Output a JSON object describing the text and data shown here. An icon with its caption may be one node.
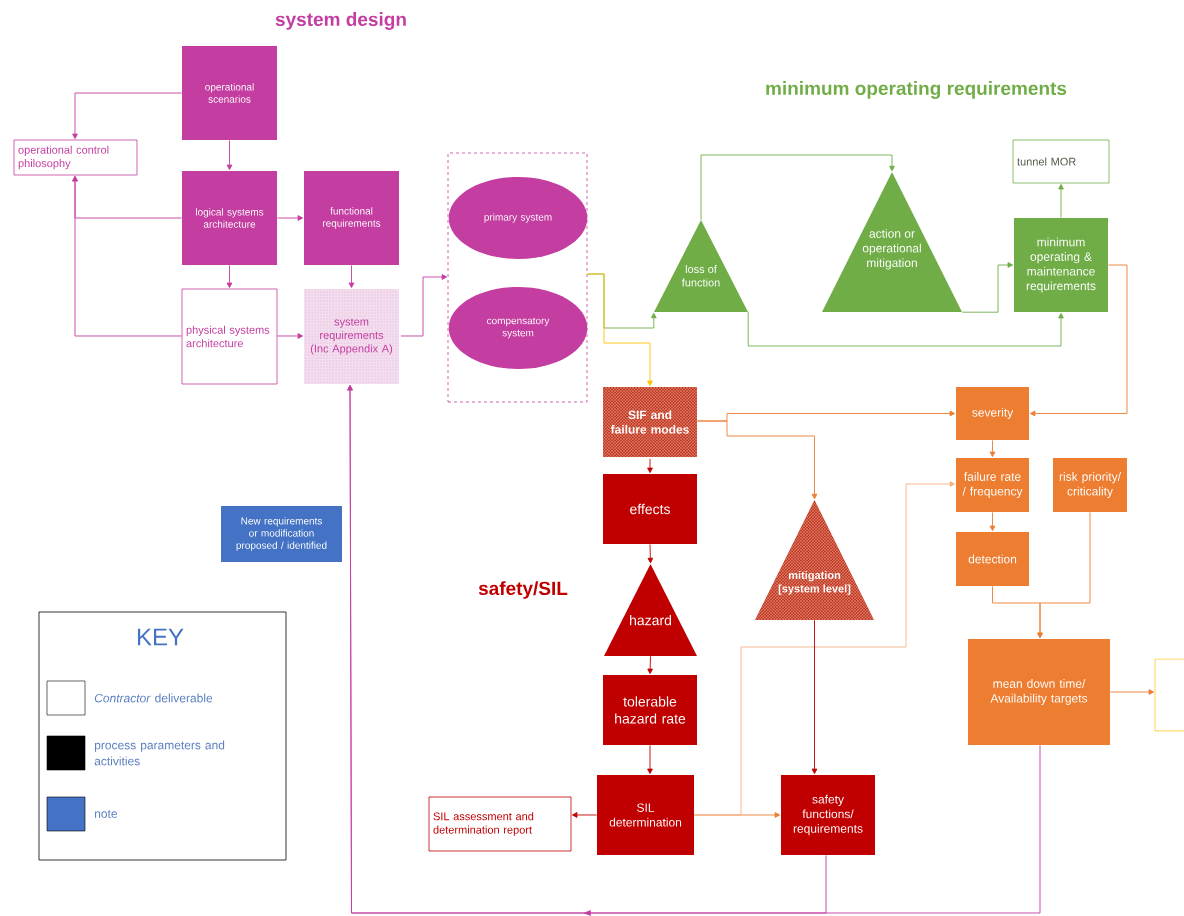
{
  "diagram": {
    "nodes": [
      {
        "text": [
          "operational scenarios"
        ]
      },
      {
        "text": [
          "operational control philosophy"
        ]
      },
      {
        "text": [
          "logical systems architecture"
        ]
      },
      {
        "text": [
          "functional requirements"
        ]
      },
      {
        "text": [
          "physical systems architecture"
        ]
      },
      {
        "text": [
          "system requirements (Inc Appendix A)"
        ]
      },
      {
        "text": [],
        "shape": "box"
      },
      {
        "text": [
          "primary system"
        ],
        "in": 6
      },
      {
        "text": [
          "compensatory system"
        ],
        "in": 6
      },
      {
        "text": [
          "loss of function"
        ]
      },
      {
        "text": [
          "action or operational mitigation"
        ]
      },
      {
        "text": [
          "tunnel MOR"
        ]
      },
      {
        "text": [
          "minimum operating & maintenance requirements"
        ]
      },
      {
        "text": [
          "SIF and failure modes"
        ]
      },
      {
        "text": [
          "effects"
        ]
      },
      {
        "text": [
          "hazard"
        ]
      },
      {
        "text": [
          "tolerable hazard rate"
        ]
      },
      {
        "text": [
          "SIL determination"
        ]
      },
      {
        "text": [
          "SIL assessment and determination report"
        ]
      },
      {
        "text": [
          "mitigation [system level]"
        ]
      },
      {
        "text": [
          "safety functions/ requirements"
        ]
      },
      {
        "text": [
          "severity"
        ]
      },
      {
        "text": [
          "failure rate / frequency"
        ]
      },
      {
        "text": [
          "risk priority/ criticality"
        ]
      },
      {
        "text": [
          "detection"
        ]
      },
      {
        "text": [
          "mean down time/ Availability targets"
        ]
      },
      {
        "text": [],
        "shape": "box"
      },
      {
        "text": [
          "New requirements or modification proposed / identified"
        ]
      }
    ],
    "edges": [
      {
        "from": 0,
        "to": 1,
        "arrow": "to",
        "color": "#c43da0"
      },
      {
        "from": 0,
        "to": 2,
        "arrow": "to",
        "color": "#c43da0"
      },
      {
        "from": 2,
        "to": 1,
        "arrow": "to",
        "color": "#c43da0"
      },
      {
        "from": 2,
        "to": 3,
        "arrow": "to",
        "color": "#c43da0"
      },
      {
        "from": 2,
        "to": 4,
        "arrow": "to",
        "color": "#c43da0"
      },
      {
        "from": 3,
        "to": 5,
        "arrow": "to",
        "color": "#c43da0"
      },
      {
        "from": 4,
        "to": 5,
        "arrow": "to",
        "color": "#c43da0"
      },
      {
        "from": 4,
        "to": 1,
        "arrow": "to",
        "color": "#c43da0"
      },
      {
        "from": 5,
        "to": 6,
        "arrow": "to",
        "color": "#c43da0"
      },
      {
        "from": 6,
        "to": 9,
        "arrow": "to",
        "color": "#70ad47"
      },
      {
        "from": 6,
        "to": 13,
        "arrow": "to",
        "color": "#ffc000"
      },
      {
        "from": 9,
        "to": 10,
        "arrow": "to",
        "color": "#70ad47"
      },
      {
        "from": 9,
        "to": 12,
        "arrow": "to",
        "color": "#70ad47"
      },
      {
        "from": 10,
        "to": 12,
        "arrow": "to",
        "color": "#70ad47"
      },
      {
        "from": 12,
        "to": 11,
        "arrow": "to",
        "color": "#70ad47"
      },
      {
        "from": 12,
        "to": 21,
        "arrow": "to",
        "color": "#ed7d31"
      },
      {
        "from": 13,
        "to": 21,
        "arrow": "to",
        "color": "#ed7d31"
      },
      {
        "from": 13,
        "to": 19,
        "arrow": "to",
        "color": "#ed7d31"
      },
      {
        "from": 13,
        "to": 14,
        "arrow": "to",
        "color": "#c00000"
      },
      {
        "from": 14,
        "to": 15,
        "arrow": "to",
        "color": "#c00000"
      },
      {
        "from": 15,
        "to": 16,
        "arrow": "to",
        "color": "#c00000"
      },
      {
        "from": 16,
        "to": 17,
        "arrow": "to",
        "color": "#c00000"
      },
      {
        "from": 17,
        "to": 18,
        "arrow": "to",
        "color": "#c00000"
      },
      {
        "from": 17,
        "to": 20,
        "arrow": "to",
        "color": "#ed7d31"
      },
      {
        "from": 17,
        "to": 22,
        "arrow": "to",
        "color": "#f4b183"
      },
      {
        "from": 19,
        "to": 20,
        "arrow": "to",
        "color": "#c00000"
      },
      {
        "from": 21,
        "to": 22,
        "arrow": "to",
        "color": "#ed7d31"
      },
      {
        "from": 22,
        "to": 24,
        "arrow": "to",
        "color": "#ed7d31"
      },
      {
        "from": 24,
        "to": 25,
        "arrow": "to",
        "color": "#ed7d31"
      },
      {
        "from": 23,
        "to": 25,
        "arrow": "to",
        "color": "#ed7d31"
      },
      {
        "from": 25,
        "to": 26,
        "arrow": "to",
        "color": "#ed7d31"
      },
      {
        "from": 20,
        "to": 5,
        "arrow": "to",
        "color": "#c43da0"
      },
      {
        "from": 25,
        "to": 5,
        "arrow": "to",
        "color": "#c43da0"
      }
    ],
    "labels": [
      "system design",
      "minimum operating requirements",
      "safety/SIL",
      "KEY"
    ],
    "legend": [
      {
        "text": "*Contractor* deliverable"
      },
      {
        "text": "process parameters and activities",
        "color": "#000000"
      },
      {
        "text": "note",
        "color": "#4472c4"
      }
    ]
  }
}
